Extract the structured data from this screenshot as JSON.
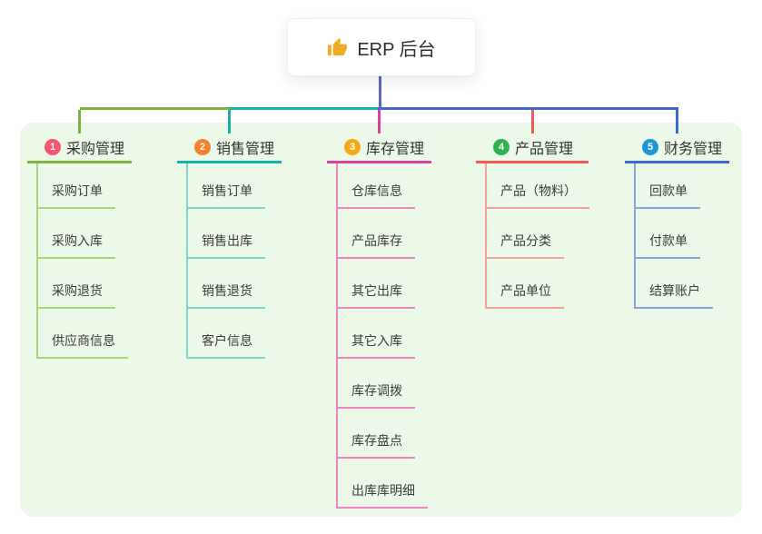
{
  "root": {
    "icon": "thumbs-up-icon",
    "label": "ERP 后台"
  },
  "colors": {
    "page_bg": "#ffffff",
    "panel_bg": "#ecf8e8",
    "stem": "#5b68c8",
    "title_text": "#333333",
    "child_text": "#3c3c3c",
    "thumb_icon": "#f2ab27"
  },
  "branches": [
    {
      "badge": "1",
      "label": "采购管理",
      "badge_color": "#f4566d",
      "line_color": "#7cb33e",
      "light_color": "#a9d678",
      "children": [
        "采购订单",
        "采购入库",
        "采购退货",
        "供应商信息"
      ]
    },
    {
      "badge": "2",
      "label": "销售管理",
      "badge_color": "#f5812f",
      "line_color": "#12b2ae",
      "light_color": "#7dd4ce",
      "children": [
        "销售订单",
        "销售出库",
        "销售退货",
        "客户信息"
      ]
    },
    {
      "badge": "3",
      "label": "库存管理",
      "badge_color": "#f7a818",
      "line_color": "#dd3d9d",
      "light_color": "#ef86c3",
      "children": [
        "仓库信息",
        "产品库存",
        "其它出库",
        "其它入库",
        "库存调拨",
        "库存盘点",
        "出库库明细"
      ]
    },
    {
      "badge": "4",
      "label": "产品管理",
      "badge_color": "#2eb350",
      "line_color": "#f25959",
      "light_color": "#f8a09b",
      "children": [
        "产品（物料）",
        "产品分类",
        "产品单位"
      ]
    },
    {
      "badge": "5",
      "label": "财务管理",
      "badge_color": "#1f97d5",
      "line_color": "#3d68cf",
      "light_color": "#8aa6de",
      "children": [
        "回款单",
        "付款单",
        "结算账户"
      ]
    }
  ]
}
